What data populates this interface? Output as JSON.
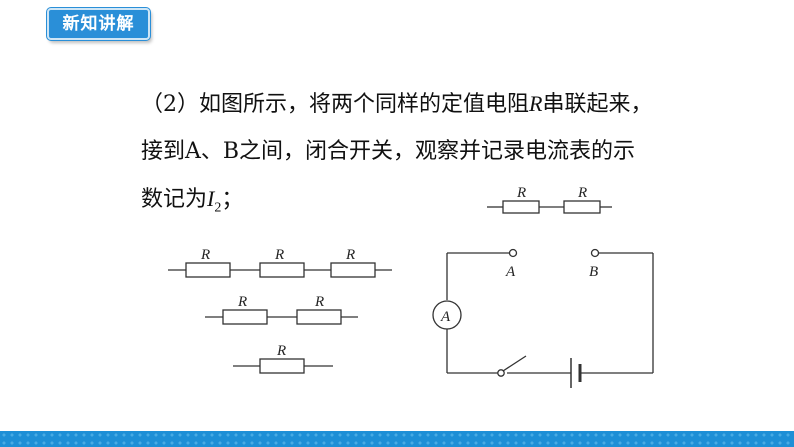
{
  "header": {
    "tag_label": "新知讲解"
  },
  "content": {
    "line1_a": "（2）如图所示，将两个同样的定值电阻",
    "line1_var": "R",
    "line1_b": "串联起来，",
    "line2": "接到A、B之间，闭合开关，观察并记录电流表的示",
    "line3_a": "数记为",
    "line3_var": "I",
    "line3_sub": "2",
    "line3_b": "；"
  },
  "diagram": {
    "resistor_label": "R",
    "ammeter_label": "A",
    "terminal_a": "A",
    "terminal_b": "B"
  }
}
